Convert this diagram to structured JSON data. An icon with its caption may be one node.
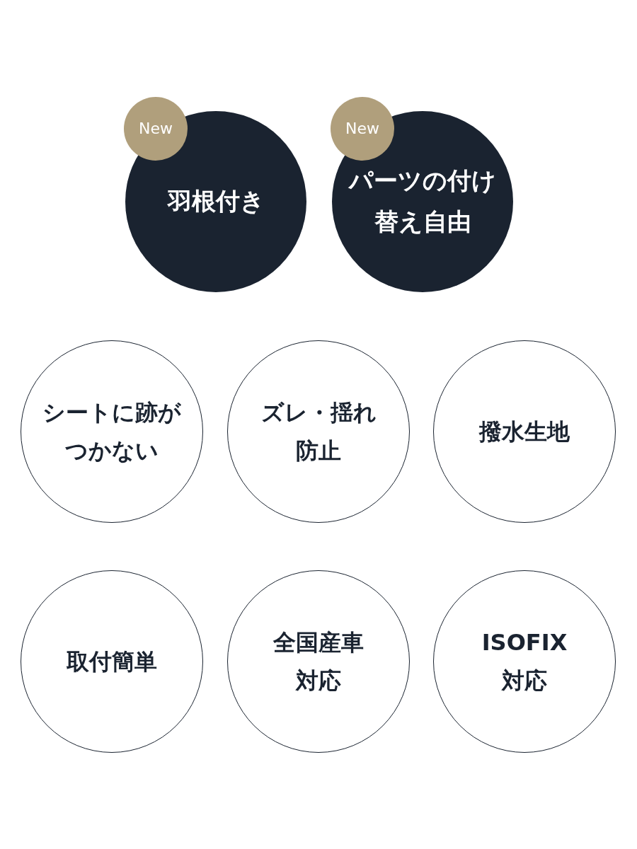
{
  "diagram": {
    "nodes": [
      {
        "text": [
          "New"
        ]
      },
      {
        "text": [
          "羽根付き"
        ]
      },
      {
        "text": [
          "New"
        ]
      },
      {
        "text": [
          "パーツの付け替え自由"
        ]
      },
      {
        "text": [
          "シートに跡がつかない"
        ]
      },
      {
        "text": [
          "ズレ・揺れ防止"
        ]
      },
      {
        "text": [
          "撥水生地"
        ]
      },
      {
        "text": [
          "取付簡単"
        ]
      },
      {
        "text": [
          "全国産車対応"
        ]
      },
      {
        "text": [
          "ISOFIX対応"
        ]
      }
    ]
  }
}
